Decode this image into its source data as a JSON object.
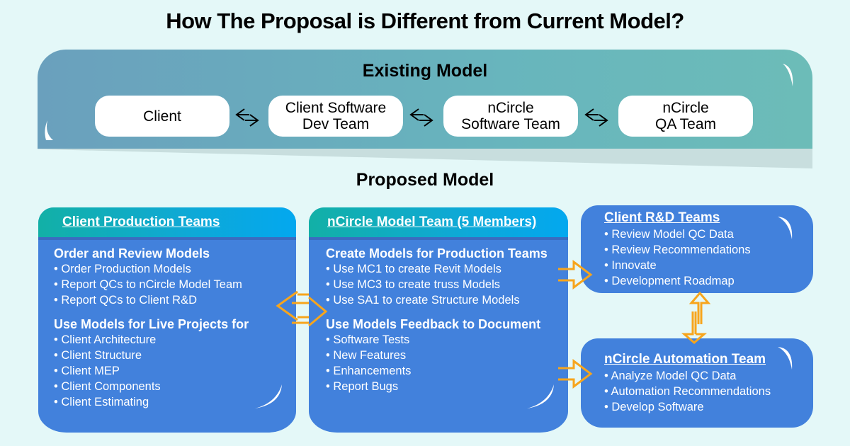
{
  "title": "How The Proposal is Different from Current Model?",
  "existing_model": {
    "title": "Existing Model",
    "boxes": [
      {
        "label": "Client"
      },
      {
        "label": "Client Software\nDev Team"
      },
      {
        "label": "nCircle\nSoftware Team"
      },
      {
        "label": "nCircle\nQA Team"
      }
    ],
    "connector_icon": "double-arrow-icon"
  },
  "proposed_model": {
    "title": "Proposed Model",
    "client_production": {
      "header": "Client Production Teams",
      "sections": [
        {
          "title": "Order and Review Models",
          "items": [
            "• Order Production Models",
            "• Report QCs to nCircle Model Team",
            "• Report QCs to Client R&D"
          ]
        },
        {
          "title": "Use Models for Live Projects for",
          "items": [
            "• Client Architecture",
            "• Client Structure",
            "• Client MEP",
            "• Client Components",
            "• Client Estimating"
          ]
        }
      ]
    },
    "ncircle_model_team": {
      "header": "nCircle Model Team (5 Members)",
      "sections": [
        {
          "title": "Create Models for Production Teams",
          "items": [
            "• Use MC1 to create Revit Models",
            "• Use MC3 to create truss Models",
            "• Use SA1 to create Structure Models"
          ]
        },
        {
          "title": "Use Models Feedback to Document",
          "items": [
            "• Software Tests",
            "• New Features",
            "• Enhancements",
            "• Report Bugs"
          ]
        }
      ]
    },
    "client_rd": {
      "header": "Client R&D Teams",
      "items": [
        "• Review Model QC Data",
        "• Review Recommendations",
        "• Innovate",
        "• Development Roadmap"
      ]
    },
    "ncircle_automation": {
      "header": "nCircle Automation Team",
      "items": [
        "• Analyze Model QC Data",
        "• Automation Recommendations",
        "• Develop Software"
      ]
    }
  },
  "colors": {
    "background": "#e4f8f8",
    "box_blue": "#4281dc",
    "header_teal": "#12b0a6",
    "header_cyan": "#03a8ef",
    "arrow_orange": "#f7a51c",
    "existing_band": "#6aa0bd"
  }
}
